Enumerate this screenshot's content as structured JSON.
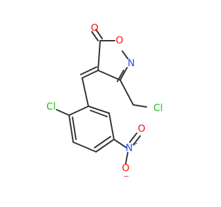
{
  "molecule": {
    "atoms": {
      "o_carbonyl": "O",
      "o_ring": "O",
      "n_ring": "N",
      "cl_aryl": "Cl",
      "cl_methyl": "Cl",
      "n_nitro": "N",
      "n_nitro_charge": "+",
      "o_nitro_top": "O",
      "o_nitro_bottom": "O",
      "o_nitro_charge": "−"
    },
    "colors": {
      "bond": "#333333",
      "oxygen": "#ff0d0d",
      "nitrogen": "#3050f8",
      "chlorine": "#1fc01f"
    }
  }
}
